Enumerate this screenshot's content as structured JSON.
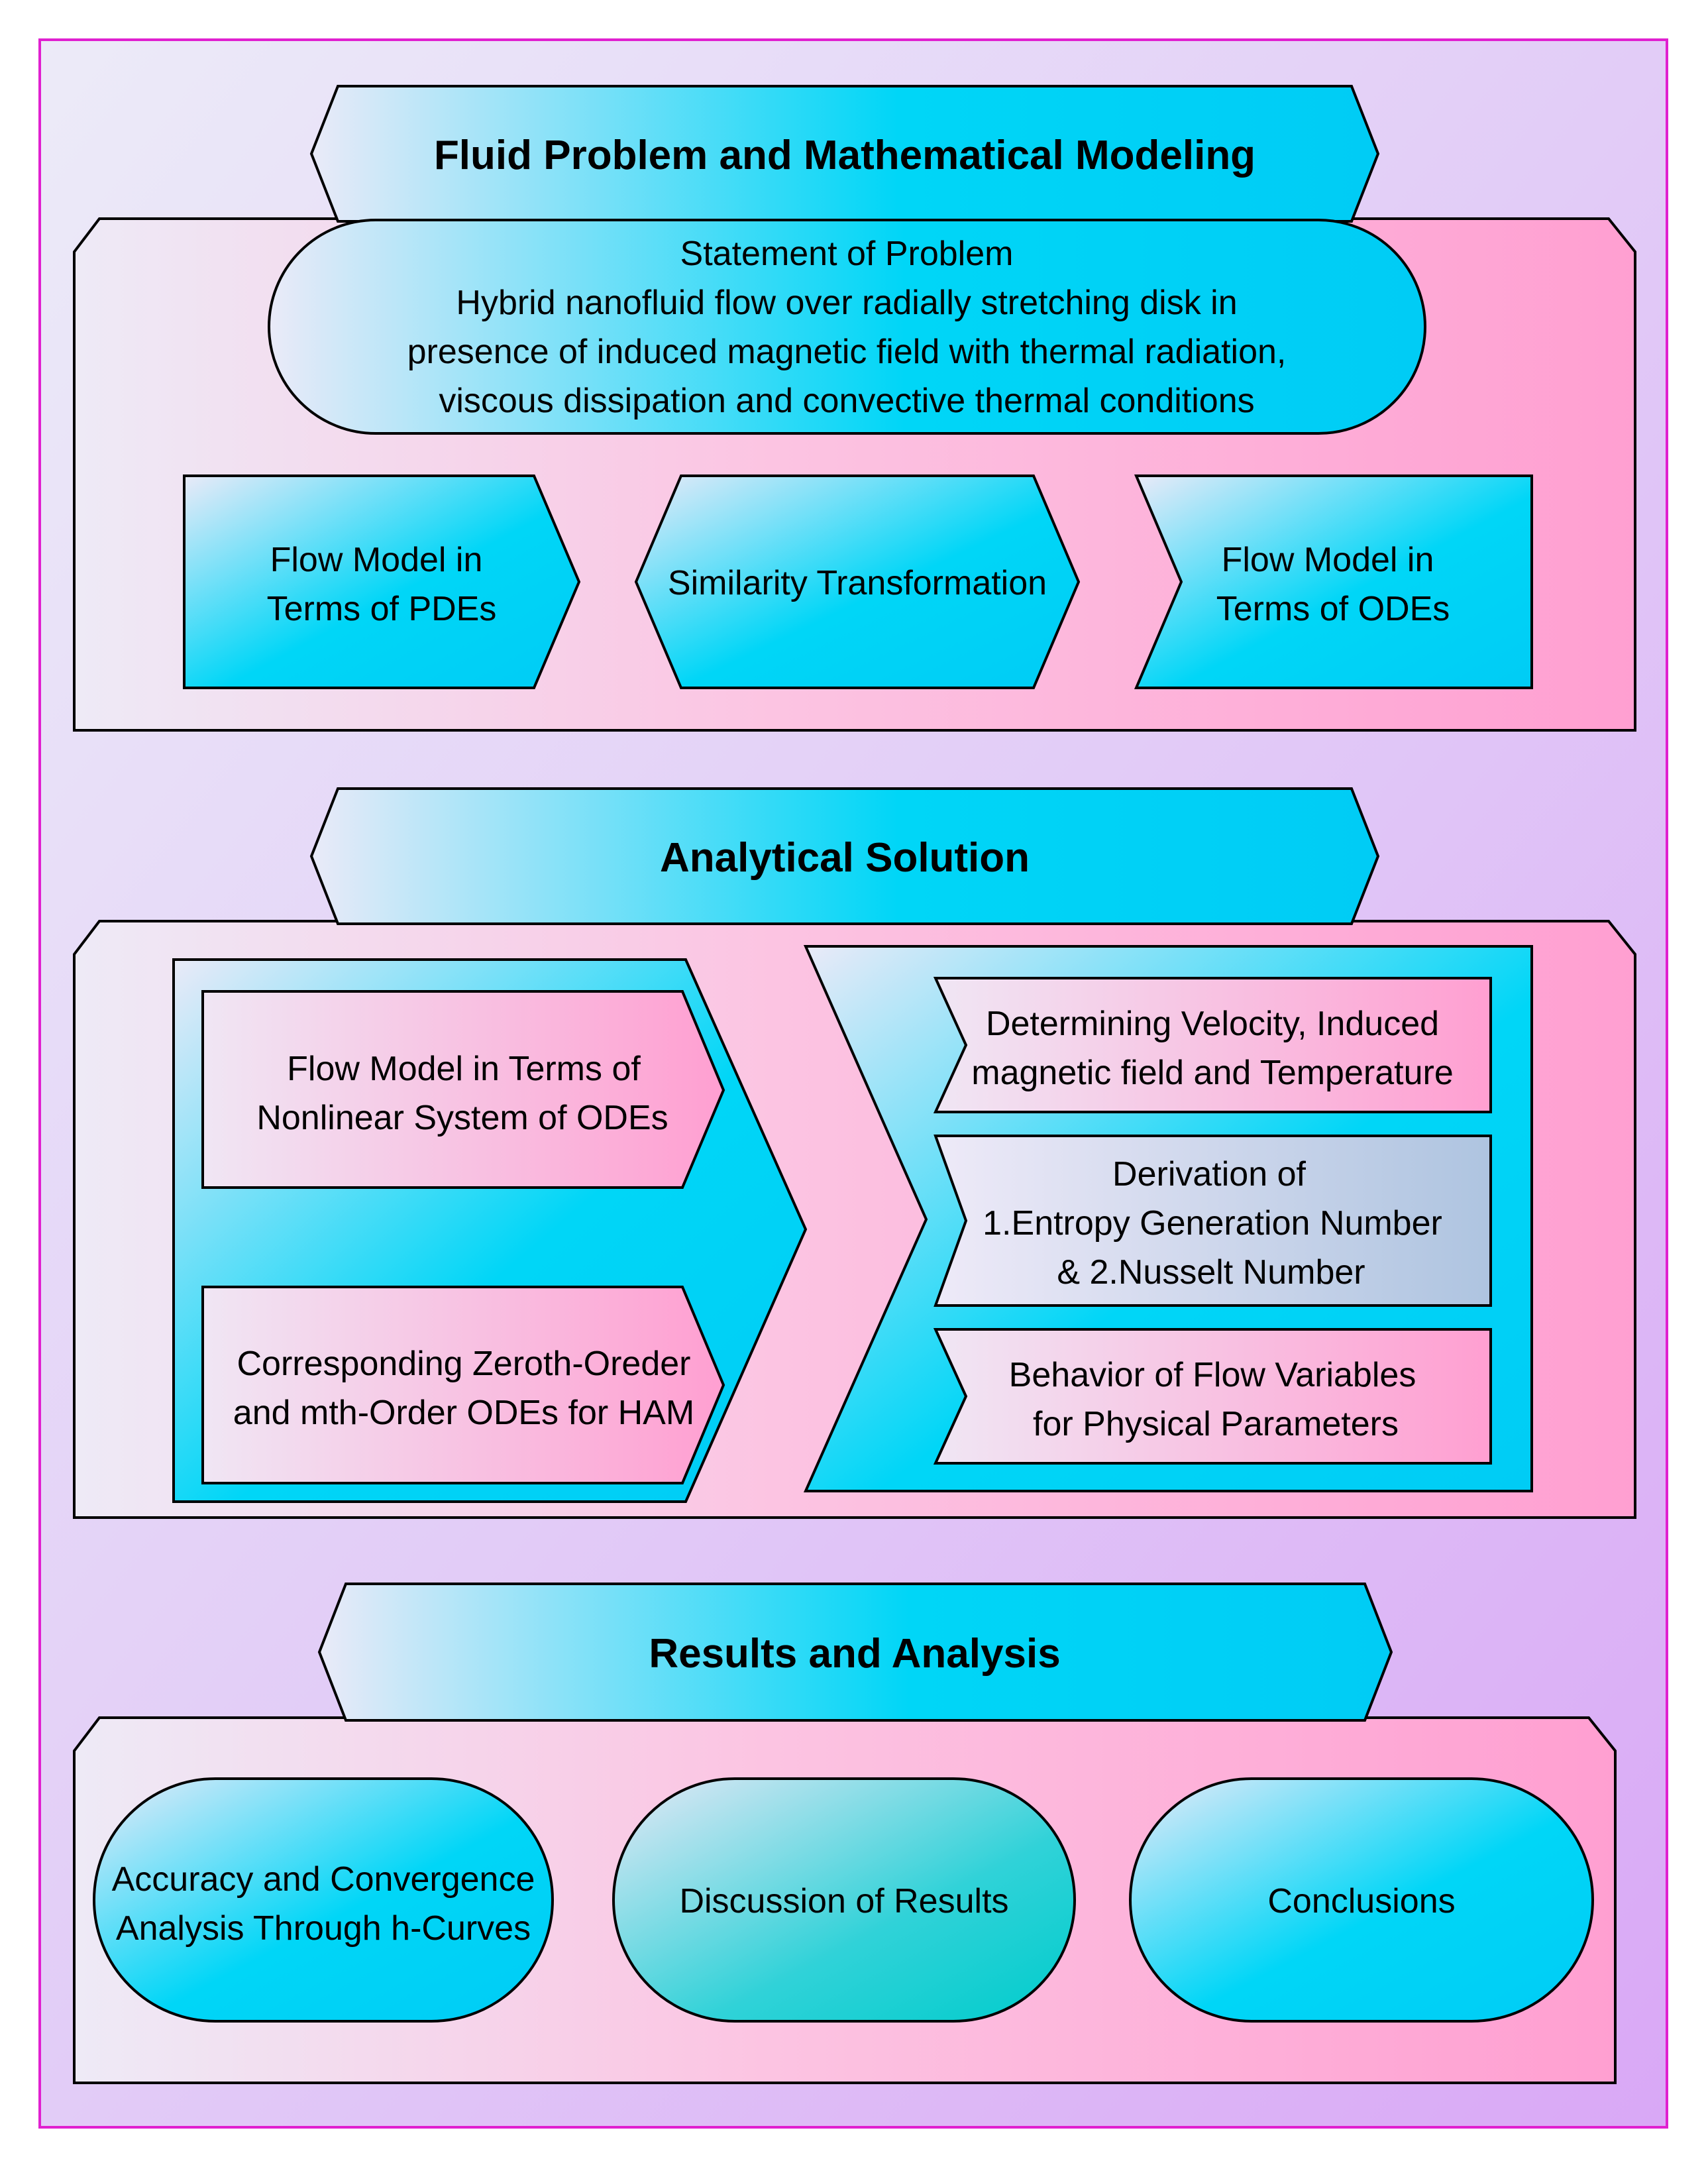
{
  "sections": {
    "fluid": {
      "title": "Fluid Problem and Mathematical Modeling",
      "statement": [
        "Statement of Problem",
        "Hybrid nanofluid flow over radially stretching disk in",
        "presence of induced magnetic field with thermal radiation,",
        "viscous dissipation and convective thermal conditions"
      ],
      "steps": [
        [
          "Flow Model in",
          "Terms of PDEs"
        ],
        [
          "Similarity Transformation"
        ],
        [
          "Flow Model in",
          "Terms of ODEs"
        ]
      ]
    },
    "analytical": {
      "title": "Analytical Solution",
      "left": [
        [
          "Flow Model in Terms of",
          "Nonlinear System of ODEs"
        ],
        [
          "Corresponding Zeroth-Oreder",
          "and mth-Order ODEs for HAM"
        ]
      ],
      "right": [
        [
          "Determining Velocity, Induced",
          "magnetic field and Temperature"
        ],
        [
          "Derivation of",
          "1.Entropy Generation Number",
          "& 2.Nusselt Number"
        ],
        [
          "Behavior of Flow Variables",
          "for Physical Parameters"
        ]
      ]
    },
    "results": {
      "title": "Results and Analysis",
      "items": [
        [
          "Accuracy and Convergence",
          "Analysis Through h-Curves"
        ],
        [
          "Discussion of Results"
        ],
        [
          "Conclusions"
        ]
      ]
    }
  },
  "colors": {
    "frame_border": "#e020d0",
    "cyan": "#00d4f6",
    "pink": "#ff9ecf",
    "pale": "#eaeaf8",
    "lavender": "#dcb2f6",
    "grey_blue": "#b2c6e0",
    "teal": "#00d0cc"
  }
}
